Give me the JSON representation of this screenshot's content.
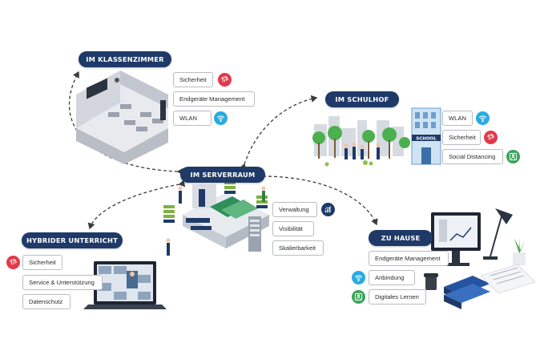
{
  "colors": {
    "pill": "#1f3a68",
    "security": "#e03a4a",
    "wifi": "#29abe2",
    "analytics": "#1f3a68",
    "learning": "#3aa35a"
  },
  "sections": {
    "klassenzimmer": {
      "title": "IM KLASSENZIMMER",
      "items": [
        {
          "label": "Sicherheit",
          "icon": "fingerprint-icon"
        },
        {
          "label": "Endgeräte Management",
          "icon": ""
        },
        {
          "label": "WLAN",
          "icon": "wifi-icon"
        }
      ]
    },
    "schulhof": {
      "title": "IM SCHULHOF",
      "school_sign": "SCHOOL",
      "items": [
        {
          "label": "WLAN",
          "icon": "wifi-icon"
        },
        {
          "label": "Sicherheit",
          "icon": "fingerprint-icon"
        },
        {
          "label": "Social Distancing",
          "icon": "distancing-icon"
        }
      ]
    },
    "serverraum": {
      "title": "IM SERVERRAUM",
      "items": [
        {
          "label": "Verwaltung",
          "icon": "analytics-icon"
        },
        {
          "label": "Visibilität",
          "icon": ""
        },
        {
          "label": "Skalierbarkeit",
          "icon": ""
        }
      ]
    },
    "hybrid": {
      "title": "HYBRIDER UNTERRICHT",
      "items": [
        {
          "label": "Sicherheit",
          "icon": "fingerprint-icon"
        },
        {
          "label": "Service & Unterstützung",
          "icon": ""
        },
        {
          "label": "Datenschutz",
          "icon": ""
        }
      ]
    },
    "zuhause": {
      "title": "ZU HAUSE",
      "items": [
        {
          "label": "Endgeräte Management",
          "icon": ""
        },
        {
          "label": "Anbindung",
          "icon": "wifi-icon"
        },
        {
          "label": "Digitales Lernen",
          "icon": "learning-icon"
        }
      ]
    }
  }
}
